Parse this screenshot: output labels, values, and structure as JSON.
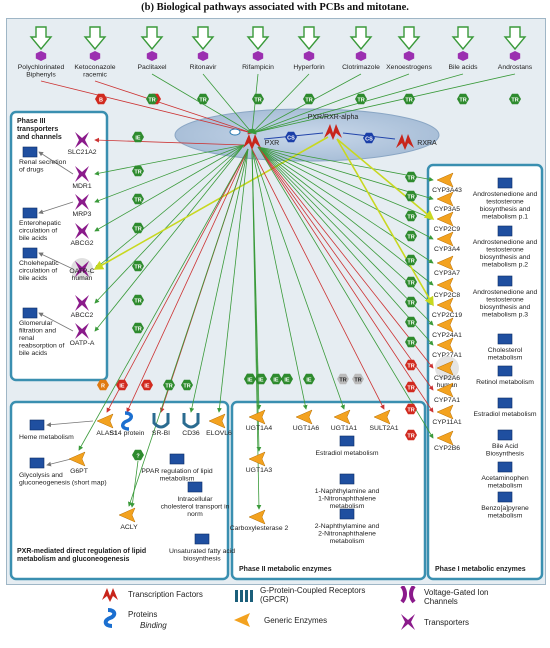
{
  "title": "(b) Biological pathways associated with PCBs and mitotane.",
  "inputs": [
    "Polychlorinated Biphenyls",
    "Ketoconazole racemic",
    "Paclitaxel",
    "Ritonavir",
    "Rifampicin",
    "Hyperforin",
    "Clotrimazole",
    "Xenoestrogens",
    "Bile acids",
    "Androstans"
  ],
  "receptors": {
    "pxr": "PXR",
    "pxr_rxr": "PXR/RXR-alpha",
    "rxra": "RXRA"
  },
  "interaction_labels": {
    "b": "B",
    "tr": "TR",
    "ie": "IE",
    "cs": "CS",
    "r": "R",
    "qmark": "?"
  },
  "phase3": {
    "title": "Phase III transporters and channels",
    "genes": [
      "SLC21A2",
      "MDR1",
      "MRP3",
      "ABCG2",
      "OATP-C human",
      "ABCC2",
      "OATP-A"
    ],
    "processes": [
      "Renal secretion of drugs",
      "Enterohepatic circulation of bile acids",
      "Cholehepatic circulation of bile acids",
      "Glomerular filtration and renal reabsorption of bile acids"
    ]
  },
  "phase1": {
    "title": "Phase I metabolic enzymes",
    "genes": [
      "CYP3A43",
      "CYP3A5",
      "CYP2C9",
      "CYP3A4",
      "CYP3A7",
      "CYP2C8",
      "CYP2C19",
      "CYP24A1",
      "CYP27A1",
      "CYP2A6 human",
      "CYP7A1",
      "CYP11A1",
      "CYP2B6"
    ],
    "processes": [
      "Androstenedione and testosterone biosynthesis and metabolism p.1",
      "Androstenedione and testosterone biosynthesis and metabolism p.2",
      "Androstenedione and testosterone biosynthesis and metabolism p.3",
      "Cholesterol metabolism",
      "Retinol metabolism",
      "Estradiol metabolism",
      "Bile Acid Biosynthesis",
      "Acetaminophen metabolism",
      "Benzo[a]pyrene metabolism"
    ]
  },
  "phase2": {
    "title": "Phase II metabolic enzymes",
    "genes": [
      "UGT1A4",
      "UGT1A6",
      "UGT1A1",
      "SULT2A1",
      "UGT1A3",
      "Carboxylesterase 2"
    ],
    "processes": [
      "Estradiol metabolism",
      "1-Naphthylamine and 1-Nitronaphthalene metabolism",
      "2-Naphthylamine and 2-Nitronaphthalene metabolism"
    ]
  },
  "lipid": {
    "title": "PXR-mediated direct regulation of lipid metabolism and gluconeogenesis",
    "genes": [
      "ALAS1",
      "S14 protein",
      "SR-BI",
      "CD36",
      "ELOVL6",
      "G6PT",
      "ACLY"
    ],
    "processes": [
      "Heme metabolism",
      "Glycolysis and gluconeogenesis (short map)",
      "PPAR regulation of lipid metabolism",
      "Intracellular cholesterol transport in norm",
      "Unsaturated fatty acid biosynthesis"
    ]
  },
  "legend": {
    "tf": "Transcription Factors",
    "proteins": "Proteins",
    "binding": "Binding",
    "gpcr": "G-Protein-Coupled Receptors (GPCR)",
    "enzymes": "Generic Enzymes",
    "channels": "Voltage-Gated Ion Channels",
    "transporters": "Transporters"
  },
  "colors": {
    "bg": "#e6edf2",
    "panel_border": "#3a8fb0",
    "enzyme": "#f3a21f",
    "transporter": "#8b1a8b",
    "process": "#1f4fa0",
    "tf": "#c8251b",
    "tr_badge": "#2e8b2e",
    "b_badge": "#d12a1f",
    "cs_badge": "#1b3fa8",
    "arrow_green": "#3a9a3a",
    "arrow_red": "#cc3333",
    "arrow_gray": "#777777",
    "arrow_yellow": "#c8d820"
  }
}
